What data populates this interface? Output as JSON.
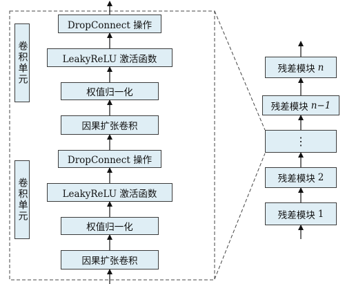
{
  "left_stack": {
    "top_unit": {
      "label": "卷积单元",
      "blocks": [
        "DropConnect 操作",
        "LeakyReLU 激活函数",
        "权值归一化",
        "因果扩张卷积"
      ]
    },
    "bottom_unit": {
      "label": "卷积单元",
      "blocks": [
        "DropConnect 操作",
        "LeakyReLU 激活函数",
        "权值归一化",
        "因果扩张卷积"
      ]
    }
  },
  "right_stack": {
    "block_n": {
      "prefix": "残差模块",
      "index": "n"
    },
    "block_n_minus_1": {
      "prefix": "残差模块",
      "index": "n−1"
    },
    "ellipsis": "⋮",
    "block_2": {
      "prefix": "残差模块",
      "index": "2"
    },
    "block_1": {
      "prefix": "残差模块",
      "index": "1"
    }
  }
}
